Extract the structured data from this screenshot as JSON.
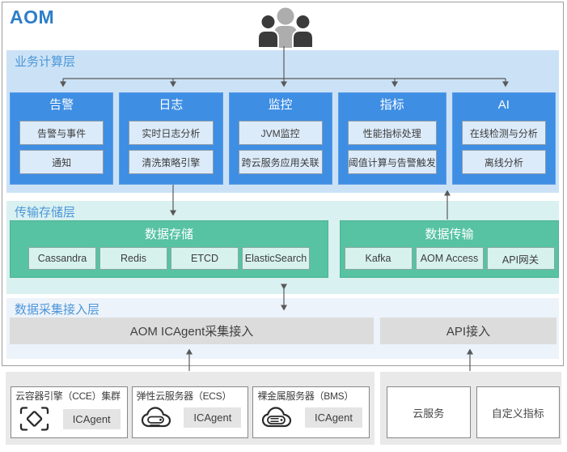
{
  "title": "AOM",
  "layers": {
    "business": {
      "label": "业务计算层",
      "boxes": [
        {
          "title": "告警",
          "items": [
            "告警与事件",
            "通知"
          ]
        },
        {
          "title": "日志",
          "items": [
            "实时日志分析",
            "清洗策略引擎"
          ]
        },
        {
          "title": "监控",
          "items": [
            "JVM监控",
            "跨云服务应用关联"
          ]
        },
        {
          "title": "指标",
          "items": [
            "性能指标处理",
            "阈值计算与告警触发"
          ]
        },
        {
          "title": "AI",
          "items": [
            "在线检测与分析",
            "离线分析"
          ]
        }
      ]
    },
    "transport": {
      "label": "传输存储层",
      "groups": [
        {
          "title": "数据存储",
          "items": [
            "Cassandra",
            "Redis",
            "ETCD",
            "ElasticSearch"
          ]
        },
        {
          "title": "数据传输",
          "items": [
            "Kafka",
            "AOM Access",
            "API网关"
          ]
        }
      ]
    },
    "collection": {
      "label": "数据采集接入层",
      "bars": [
        "AOM ICAgent采集接入",
        "API接入"
      ]
    }
  },
  "sources": {
    "agents": [
      {
        "title": "云容器引擎（CCE）集群",
        "icon": "cce-icon",
        "badge": "ICAgent"
      },
      {
        "title": "弹性云服务器（ECS）",
        "icon": "ecs-icon",
        "badge": "ICAgent"
      },
      {
        "title": "裸金属服务器（BMS）",
        "icon": "bms-icon",
        "badge": "ICAgent"
      }
    ],
    "apis": [
      {
        "label": "云服务"
      },
      {
        "label": "自定义指标"
      }
    ]
  },
  "colors": {
    "title_blue": "#2d7ec9",
    "label_blue": "#4d96d9",
    "layer1_bg": "#cbe2f6",
    "module_blue": "#3e8ee4",
    "chip_blue": "#dcebfa",
    "layer2_bg": "#d9f1f0",
    "group_green": "#57c3a3",
    "chip_green": "#d7f2ed",
    "layer3_bg": "#edf3fa",
    "bar_gray": "#dcdcdc",
    "panel_gray": "#e9e9e9",
    "arrow_gray": "#595959"
  }
}
